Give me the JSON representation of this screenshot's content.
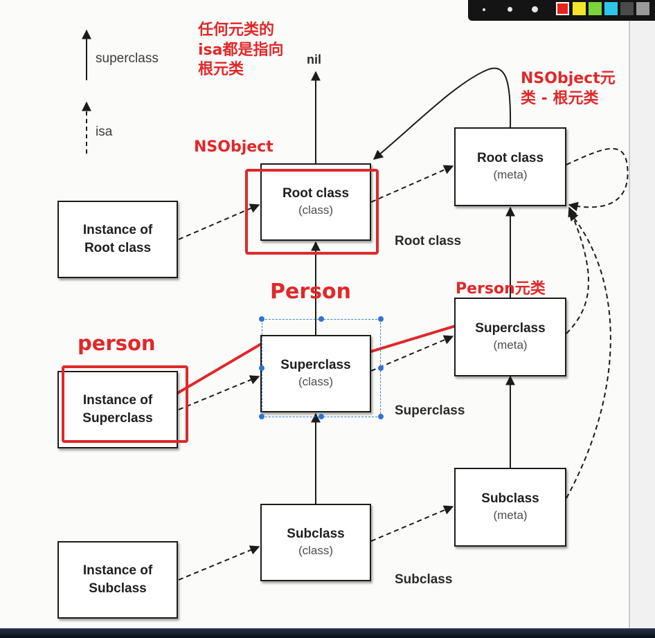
{
  "legend": {
    "superclass": "superclass",
    "isa": "isa"
  },
  "top": {
    "nil": "nil"
  },
  "nodes": {
    "root_class": {
      "title": "Root class",
      "sub": "(class)"
    },
    "root_meta": {
      "title": "Root class",
      "sub": "(meta)"
    },
    "super_class": {
      "title": "Superclass",
      "sub": "(class)"
    },
    "super_meta": {
      "title": "Superclass",
      "sub": "(meta)"
    },
    "sub_class": {
      "title": "Subclass",
      "sub": "(class)"
    },
    "sub_meta": {
      "title": "Subclass",
      "sub": "(meta)"
    },
    "inst_root": {
      "line1": "Instance of",
      "line2": "Root class"
    },
    "inst_super": {
      "line1": "Instance of",
      "line2": "Superclass"
    },
    "inst_sub": {
      "line1": "Instance of",
      "line2": "Subclass"
    }
  },
  "row_labels": {
    "root": "Root class",
    "super": "Superclass",
    "sub": "Subclass"
  },
  "annotations": {
    "metaclass_note": [
      "任何元类的",
      "isa都是指向",
      "根元类"
    ],
    "nsobject": "NSObject",
    "nsobject_meta": [
      "NSObject元",
      "类 - 根元类"
    ],
    "person": "Person",
    "person_instance": "person",
    "person_meta": "Person元类"
  },
  "colors": {
    "annotation_red": "#e0282a",
    "selection_blue": "#2f74d0",
    "node_border": "#1b1b1b"
  },
  "toolbar": {
    "swatches": [
      "#e8221d",
      "#f4e52a",
      "#7ad43a",
      "#2ec7ea",
      "#4a4a4a",
      "#9a9a9a",
      "#d8d8d8"
    ]
  }
}
